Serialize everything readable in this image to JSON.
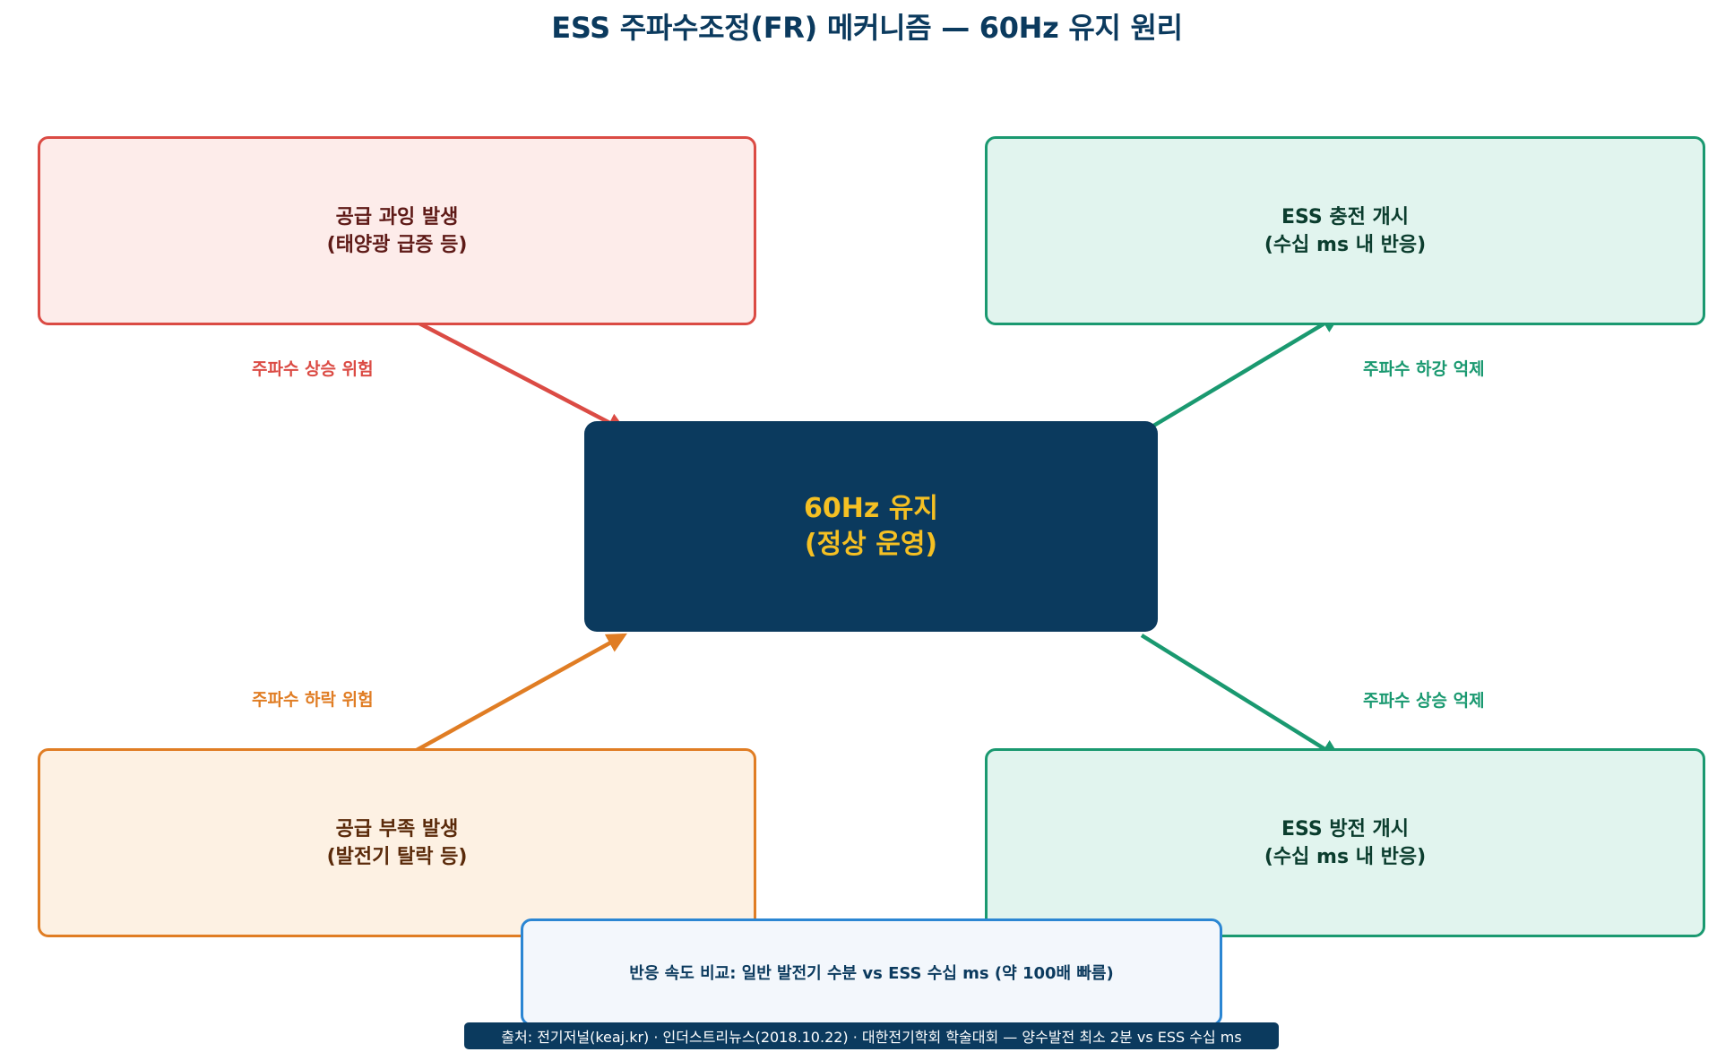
{
  "title": "ESS 주파수조정(FR) 메커니즘 — 60Hz 유지 원리",
  "nodes": {
    "supply_excess": {
      "line1": "공급 과잉 발생",
      "line2": "(태양광 급증 등)"
    },
    "supply_shortage": {
      "line1": "공급 부족 발생",
      "line2": "(발전기 탈락 등)"
    },
    "ess_charge": {
      "line1": "ESS 충전 개시",
      "line2": "(수십 ms 내 반응)"
    },
    "ess_discharge": {
      "line1": "ESS 방전 개시",
      "line2": "(수십 ms 내 반응)"
    },
    "center": {
      "line1": "60Hz 유지",
      "line2": "(정상 운영)"
    }
  },
  "edges": {
    "freq_rise_risk": "주파수 상승 위험",
    "freq_fall_risk": "주파수 하락 위험",
    "freq_fall_suppress": "주파수 하강 억제",
    "freq_rise_suppress": "주파수 상승 억제"
  },
  "note": "반응 속도 비교: 일반 발전기 수분 vs ESS 수십 ms (약 100배 빠름)",
  "source": "출처: 전기저널(keaj.kr) · 인더스트리뉴스(2018.10.22) · 대한전기학회 학술대회 — 양수발전 최소 2분 vs ESS 수십 ms",
  "colors": {
    "navy": "#0b3a5e",
    "gold": "#f5c023",
    "red": "#db4b44",
    "orange": "#e07d24",
    "green": "#1a9970",
    "blue": "#2b86d3"
  }
}
